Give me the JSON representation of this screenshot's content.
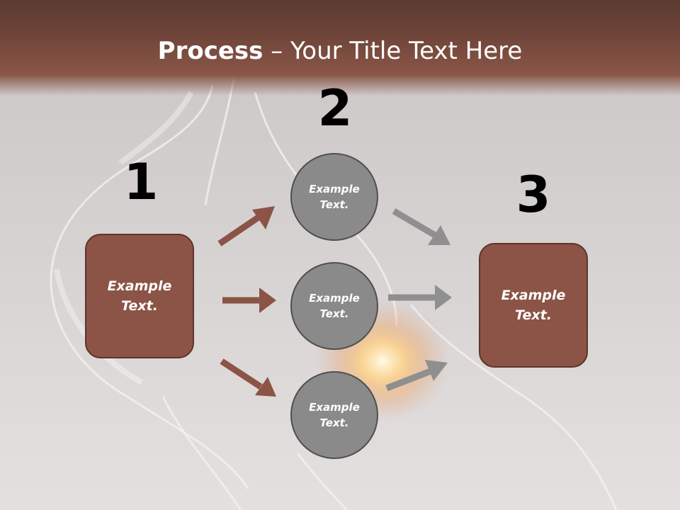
{
  "title": {
    "bold": "Process",
    "dash": " – ",
    "rest": "Your Title Text Here"
  },
  "steps": {
    "one": "1",
    "two": "2",
    "three": "3"
  },
  "nodes": {
    "left_box": "Example Text.",
    "circle_top": "Example Text.",
    "circle_mid": "Example Text.",
    "circle_bottom": "Example Text.",
    "right_box": "Example Text."
  },
  "colors": {
    "title_bar": "#6e4438",
    "box_fill": "#8b5446",
    "circle_fill": "#8a8a8a",
    "arrow_brown": "#8b5446",
    "arrow_gray": "#8f8f8f"
  }
}
